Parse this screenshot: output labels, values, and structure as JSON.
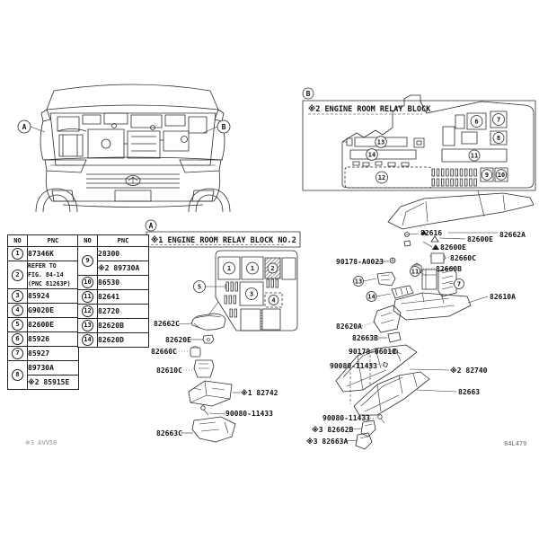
{
  "footer": {
    "left": "※3 AVV50",
    "right": "84L479"
  },
  "callouts": {
    "car_a": "A",
    "car_b": "B",
    "panel_a": "A",
    "panel_b": "B"
  },
  "panel_b": {
    "title": "※2 ENGINE ROOM RELAY BLOCK",
    "slots": {
      "s6": "6",
      "s7": "7",
      "s8": "8",
      "s9": "9",
      "s10": "10",
      "s11": "11",
      "s12": "12",
      "s13": "13",
      "s14": "14"
    }
  },
  "panel_a": {
    "title": "※1 ENGINE ROOM RELAY BLOCK NO.2",
    "slots": {
      "a1a": "1",
      "a1b": "1",
      "a2": "2",
      "a3": "3",
      "a4": "4",
      "a5": "5"
    }
  },
  "markers": {
    "m13": "13",
    "m14": "14",
    "m11": "11",
    "m7": "7"
  },
  "part_labels": {
    "l1": "82616",
    "l2": "82662A",
    "l3": "82600E",
    "l4": "82600E",
    "l5": "82660C",
    "l6": "82660B",
    "l7": "82610A",
    "l8": "90178-A0023",
    "l9": "82620A",
    "l10": "82663B",
    "l11": "90178-06018",
    "l12": "90080-11433",
    "l13": "※2 82740",
    "l14": "82663",
    "l15": "90080-11433",
    "l16": "※3 82662B",
    "l17": "※3 82663A",
    "l18": "82662C",
    "l19": "82620E",
    "l20": "82660C",
    "l21": "82610C",
    "l22": "※1 82742",
    "l23": "90080-11433",
    "l24": "82663C"
  },
  "table": {
    "header": [
      "NO",
      "PNC"
    ],
    "left_rows": [
      {
        "no": "1",
        "cells": [
          "87346K"
        ]
      },
      {
        "no": "2",
        "lines": [
          "REFER TO",
          "FIG. 84-14",
          "(PNC 81263P)"
        ]
      },
      {
        "no": "3",
        "cells": [
          "85924"
        ]
      },
      {
        "no": "4",
        "cells": [
          "G9020E"
        ]
      },
      {
        "no": "5",
        "cells": [
          "82600E"
        ]
      },
      {
        "no": "6",
        "cells": [
          "85926"
        ]
      },
      {
        "no": "7",
        "cells": [
          "85927"
        ]
      },
      {
        "no": "8",
        "cells": [
          "89730A",
          "※2 85915E"
        ]
      }
    ],
    "right_rows": [
      {
        "no": "9",
        "cells": [
          "28300",
          "※2 89730A"
        ]
      },
      {
        "no": "10",
        "cells": [
          "86530"
        ]
      },
      {
        "no": "11",
        "cells": [
          "82641"
        ]
      },
      {
        "no": "12",
        "cells": [
          "82720"
        ]
      },
      {
        "no": "13",
        "cells": [
          "82620B"
        ]
      },
      {
        "no": "14",
        "cells": [
          "82620D"
        ]
      }
    ]
  }
}
